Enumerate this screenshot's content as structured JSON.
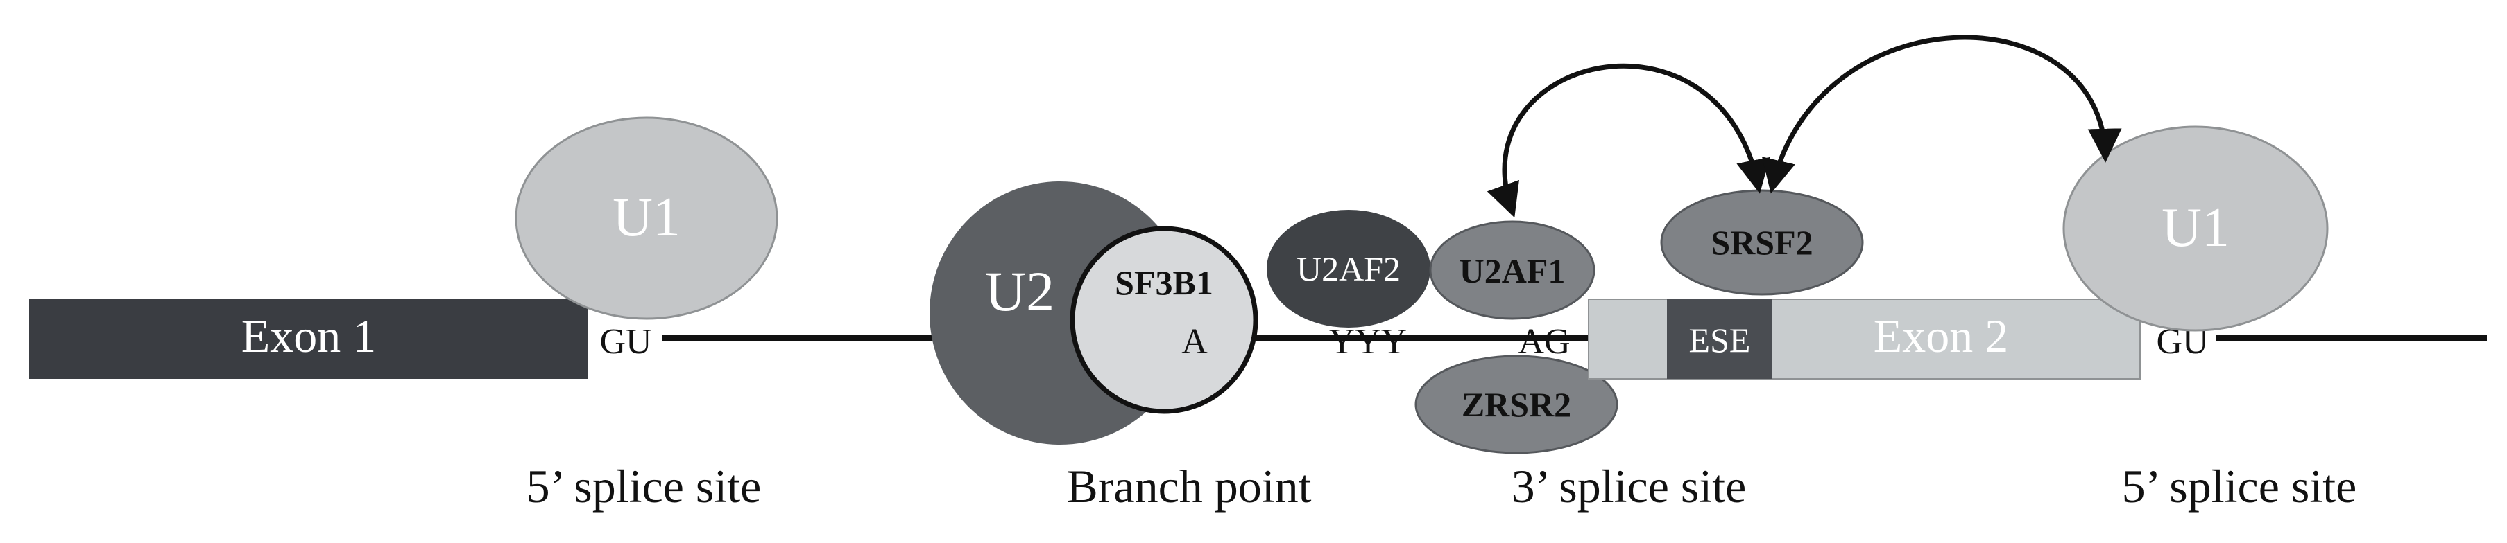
{
  "labels": {
    "exon1": "Exon 1",
    "exon2": "Exon 2",
    "ese": "ESE",
    "gu_left": "GU",
    "gu_right": "GU",
    "a": "A",
    "yyy": "YYY",
    "ag": "AG",
    "u1_left": "U1",
    "u1_right": "U1",
    "u2": "U2",
    "sf3b1": "SF3B1",
    "u2af2": "U2AF2",
    "u2af1": "U2AF1",
    "zrsr2": "ZRSR2",
    "srsf2": "SRSF2"
  },
  "site_labels": {
    "five_prime_left": "5’ splice site",
    "branch_point": "Branch point",
    "three_prime": "3’ splice site",
    "five_prime_right": "5’ splice site"
  },
  "colors": {
    "exon1_fill": "#3a3d42",
    "exon2_fill": "#c8ccce",
    "ese_fill": "#4a4d52",
    "u1_fill": "#c4c6c8",
    "u2_fill": "#5c5f63",
    "sf3b1_fill": "#d7d9db",
    "u2af2_fill": "#3f4246",
    "light_protein_fill": "#7f8286",
    "intron_line": "#111111"
  }
}
